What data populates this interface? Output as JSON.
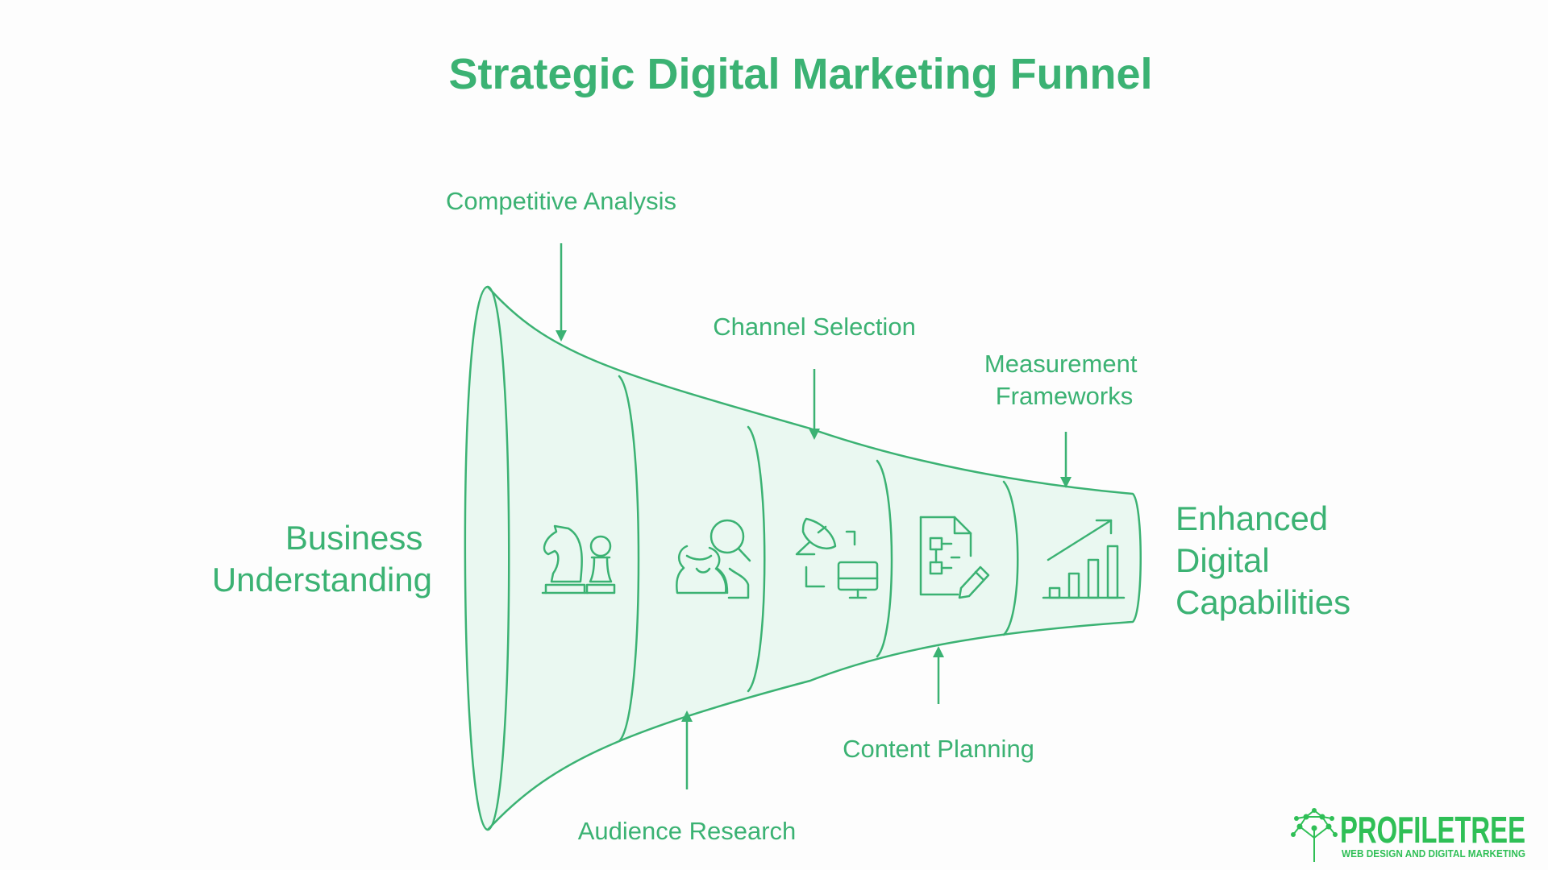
{
  "title": "Strategic Digital Marketing Funnel",
  "start_label": [
    "Business",
    "Understanding"
  ],
  "end_label": [
    "Enhanced",
    "Digital",
    "Capabilities"
  ],
  "stages": [
    {
      "label": [
        "Competitive Analysis"
      ],
      "position": "top",
      "icon": "chess-pieces-icon"
    },
    {
      "label": [
        "Audience Research"
      ],
      "position": "bottom",
      "icon": "audience-search-icon"
    },
    {
      "label": [
        "Channel Selection"
      ],
      "position": "top",
      "icon": "satellite-monitor-icon"
    },
    {
      "label": [
        "Content Planning"
      ],
      "position": "bottom",
      "icon": "document-pencil-icon"
    },
    {
      "label": [
        "Measurement",
        "Frameworks"
      ],
      "position": "top",
      "icon": "growth-chart-icon"
    }
  ],
  "logo": {
    "main_part1": "PROFILE",
    "main_part2": "TREE",
    "tagline": "WEB DESIGN AND DIGITAL MARKETING",
    "icon": "tree-network-icon"
  },
  "colors": {
    "primary": "#3bb273",
    "funnel_fill": "#eaf8f1",
    "logo": "#2fbf56",
    "background": "#fdfdfd"
  }
}
